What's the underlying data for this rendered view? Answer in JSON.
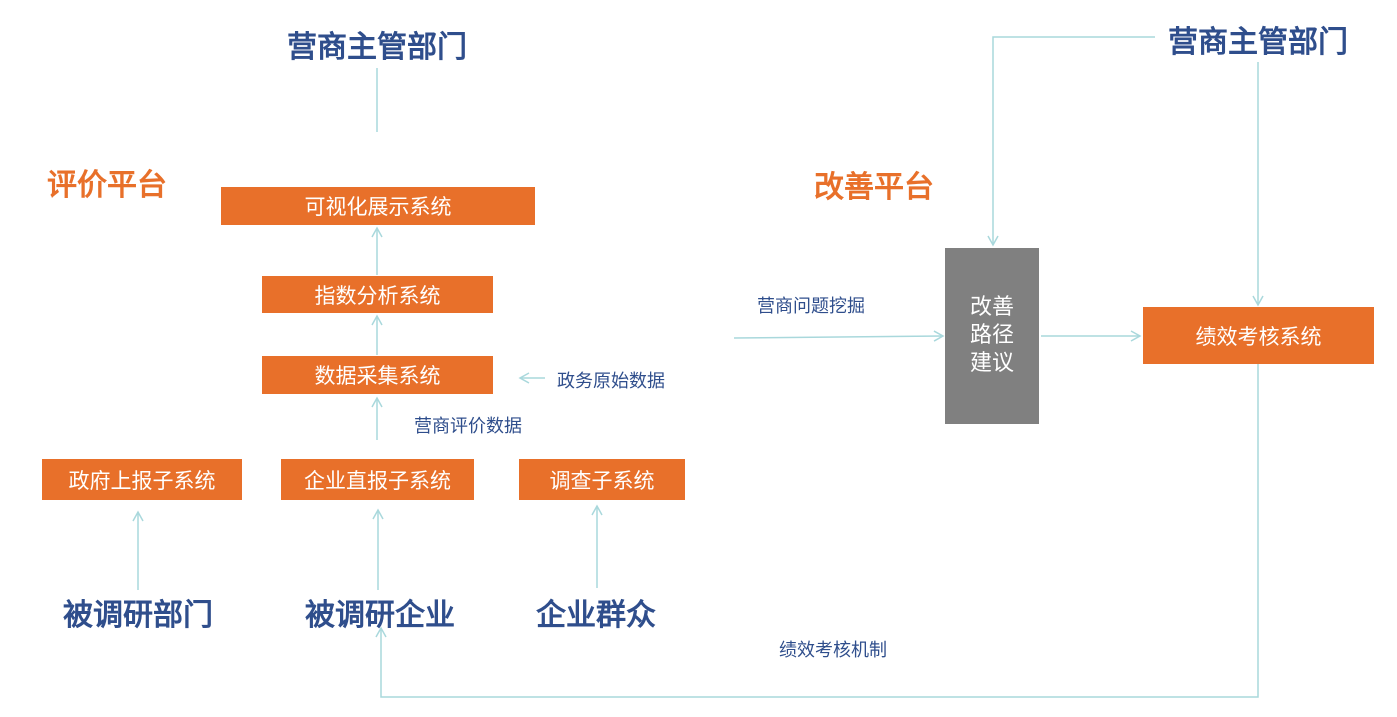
{
  "left": {
    "top_dept": "营商主管部门",
    "platform": "评价平台",
    "systems": {
      "visual": "可视化展示系统",
      "index": "指数分析系统",
      "collect": "数据采集系统"
    },
    "labels": {
      "gov_raw": "政务原始数据",
      "eval_data": "营商评价数据"
    },
    "subsystems": [
      "政府上报子系统",
      "企业直报子系统",
      "调查子系统"
    ],
    "sources": [
      "被调研部门",
      "被调研企业",
      "企业群众"
    ]
  },
  "right": {
    "top_dept": "营商主管部门",
    "platform": "改善平台",
    "mining_label": "营商问题挖掘",
    "suggestion_box": [
      "改善",
      "路径",
      "建议"
    ],
    "perf_system": "绩效考核系统",
    "perf_mechanism": "绩效考核机制"
  },
  "colors": {
    "orange": "#E8702A",
    "blue": "#2F4E8C",
    "line": "#A9D8DC",
    "gray": "#808080"
  }
}
